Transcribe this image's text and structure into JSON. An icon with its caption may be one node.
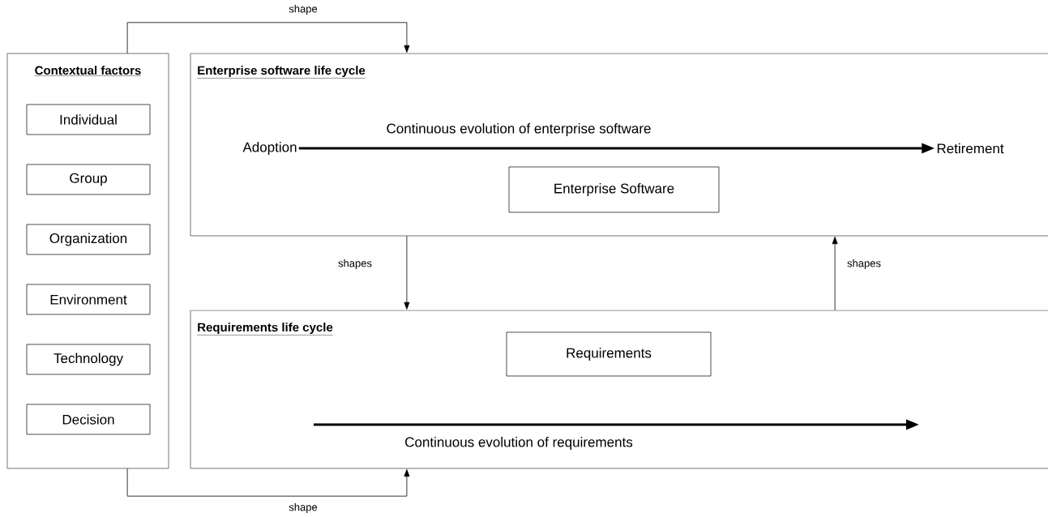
{
  "diagram": {
    "nodes": [
      {
        "text": [
          "Contextual factors"
        ]
      },
      {
        "text": [
          "Individual"
        ],
        "in": 0
      },
      {
        "text": [
          "Group"
        ],
        "in": 0
      },
      {
        "text": [
          "Organization"
        ],
        "in": 0
      },
      {
        "text": [
          "Environment"
        ],
        "in": 0
      },
      {
        "text": [
          "Technology"
        ],
        "in": 0
      },
      {
        "text": [
          "Decision"
        ],
        "in": 0
      },
      {
        "text": [
          "Enterprise software life cycle"
        ]
      },
      {
        "text": [
          "Adoption"
        ],
        "in": 7
      },
      {
        "text": [
          "Retirement"
        ],
        "in": 7
      },
      {
        "text": [
          "Enterprise Software"
        ],
        "in": 7
      },
      {
        "text": [
          "Requirements life cycle"
        ]
      },
      {
        "text": [
          "Requirements"
        ],
        "in": 11
      }
    ],
    "edges": [
      {
        "from": 0,
        "to": 7,
        "arrow": "to",
        "label": "shape"
      },
      {
        "from": 0,
        "to": 11,
        "arrow": "to",
        "label": "shape"
      },
      {
        "from": 7,
        "to": 11,
        "arrow": "to",
        "label": "shapes"
      },
      {
        "from": 11,
        "to": 7,
        "arrow": "to",
        "label": "shapes"
      },
      {
        "from": 8,
        "to": 9,
        "arrow": "to",
        "label": "Continuous evolution of enterprise software",
        "style": "thick"
      }
    ],
    "labels": [
      "Continuous evolution of requirements"
    ]
  }
}
